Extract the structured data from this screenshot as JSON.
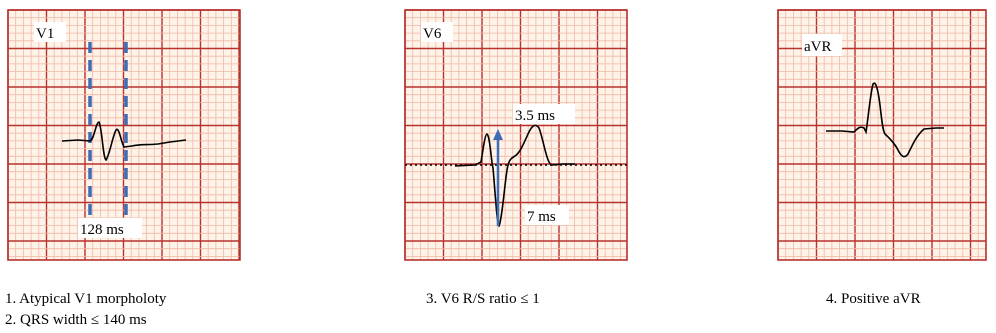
{
  "panels": [
    {
      "lead": "V1",
      "annotation": "128 ms"
    },
    {
      "lead": "V6",
      "annotation_top": "3.5 ms",
      "annotation_bottom": "7 ms"
    },
    {
      "lead": "aVR"
    }
  ],
  "captions": {
    "v1_line1": "1. Atypical V1 morpholoty",
    "v1_line2": "2. QRS width ≤ 140 ms",
    "v6": "3. V6 R/S ratio ≤ 1",
    "avr": "4. Positive aVR"
  },
  "colors": {
    "grid_minor": "#f2b8a6",
    "grid_major": "#b8322e",
    "grid_bg": "#fdf3e8",
    "trace": "#000000",
    "dashed": "#3f6db5",
    "arrow": "#3f6db5"
  }
}
